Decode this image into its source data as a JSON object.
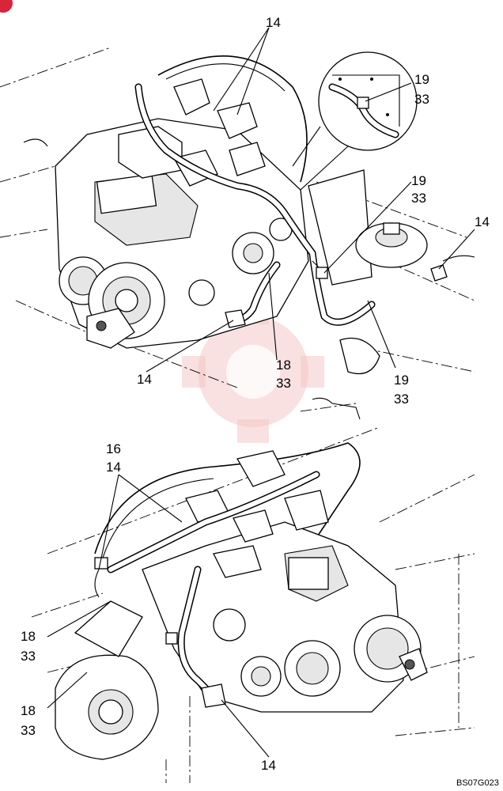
{
  "drawing_code": "BS07G023",
  "callouts_top": {
    "c1": "14",
    "c2_a": "19",
    "c2_b": "33",
    "c3_a": "19",
    "c3_b": "33",
    "c4": "14",
    "c5": "14",
    "c6_a": "18",
    "c6_b": "33",
    "c7_a": "19",
    "c7_b": "33"
  },
  "callouts_bottom": {
    "c1_a": "16",
    "c1_b": "14",
    "c2_a": "18",
    "c2_b": "33",
    "c3_a": "18",
    "c3_b": "33",
    "c4": "14"
  },
  "colors": {
    "line": "#000000",
    "watermark": "#e05050",
    "corner_badge": "#d9243a"
  }
}
